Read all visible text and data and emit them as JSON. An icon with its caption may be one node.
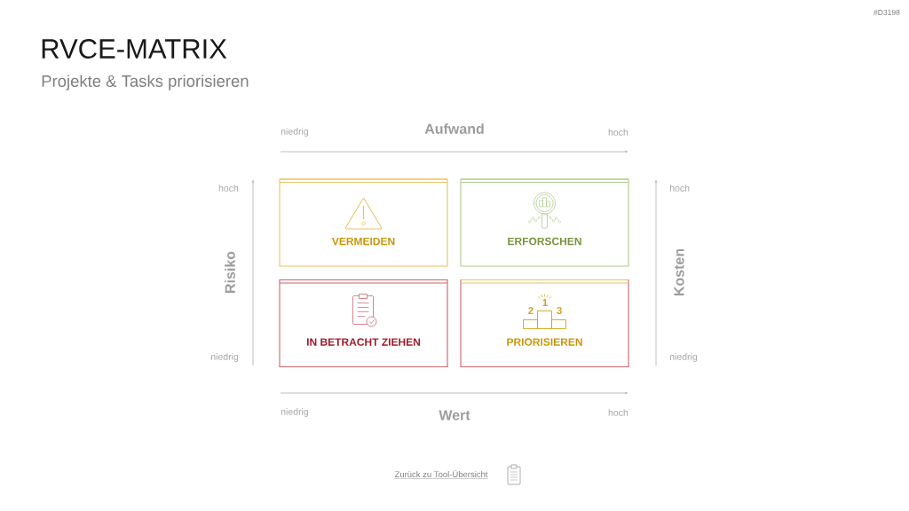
{
  "diagram": {
    "title": "RVCE-MATRIX",
    "nodes": [
      {
        "text": [
          "VERMEIDEN"
        ]
      },
      {
        "text": [
          "ERFORSCHEN"
        ]
      },
      {
        "text": [
          "IN BETRACHT ZIEHEN"
        ]
      },
      {
        "text": [
          "1",
          "2",
          "3",
          "PRIORISIEREN"
        ]
      }
    ],
    "labels": [
      "#D3198",
      "Projekte & Tasks priorisieren",
      "niedrig",
      "Aufwand",
      "hoch",
      "hoch",
      "hoch",
      "Risiko",
      "Kosten",
      "niedrig",
      "niedrig",
      "niedrig",
      "Wert",
      "hoch",
      "Zurück zu Tool-Übersicht"
    ]
  }
}
